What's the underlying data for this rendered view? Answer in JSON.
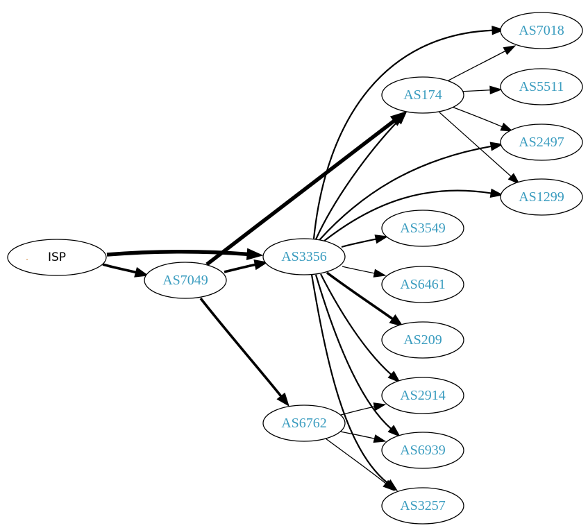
{
  "graph": {
    "label_color": "#3a9cbf",
    "root_label_color": "#000000",
    "nodes": [
      {
        "id": "ISP",
        "label": "ISP",
        "root": true
      },
      {
        "id": "AS7049",
        "label": "AS7049"
      },
      {
        "id": "AS3356",
        "label": "AS3356"
      },
      {
        "id": "AS6762",
        "label": "AS6762"
      },
      {
        "id": "AS174",
        "label": "AS174"
      },
      {
        "id": "AS7018",
        "label": "AS7018"
      },
      {
        "id": "AS5511",
        "label": "AS5511"
      },
      {
        "id": "AS2497",
        "label": "AS2497"
      },
      {
        "id": "AS1299",
        "label": "AS1299"
      },
      {
        "id": "AS3549",
        "label": "AS3549"
      },
      {
        "id": "AS6461",
        "label": "AS6461"
      },
      {
        "id": "AS209",
        "label": "AS209"
      },
      {
        "id": "AS2914",
        "label": "AS2914"
      },
      {
        "id": "AS6939",
        "label": "AS6939"
      },
      {
        "id": "AS3257",
        "label": "AS3257"
      }
    ],
    "edges": [
      {
        "from": "ISP",
        "to": "AS3356",
        "weight": "heavy"
      },
      {
        "from": "ISP",
        "to": "AS7049",
        "weight": "medium"
      },
      {
        "from": "AS7049",
        "to": "AS3356",
        "weight": "medium"
      },
      {
        "from": "AS7049",
        "to": "AS174",
        "weight": "heavy"
      },
      {
        "from": "AS7049",
        "to": "AS6762",
        "weight": "medium"
      },
      {
        "from": "AS3356",
        "to": "AS7018",
        "weight": "normal"
      },
      {
        "from": "AS3356",
        "to": "AS174",
        "weight": "normal"
      },
      {
        "from": "AS3356",
        "to": "AS2497",
        "weight": "normal"
      },
      {
        "from": "AS3356",
        "to": "AS1299",
        "weight": "normal"
      },
      {
        "from": "AS3356",
        "to": "AS3549",
        "weight": "normal"
      },
      {
        "from": "AS3356",
        "to": "AS6461",
        "weight": "thin"
      },
      {
        "from": "AS3356",
        "to": "AS209",
        "weight": "medium"
      },
      {
        "from": "AS3356",
        "to": "AS2914",
        "weight": "normal"
      },
      {
        "from": "AS3356",
        "to": "AS6939",
        "weight": "normal"
      },
      {
        "from": "AS3356",
        "to": "AS3257",
        "weight": "normal"
      },
      {
        "from": "AS174",
        "to": "AS7018",
        "weight": "thin"
      },
      {
        "from": "AS174",
        "to": "AS5511",
        "weight": "thin"
      },
      {
        "from": "AS174",
        "to": "AS2497",
        "weight": "thin"
      },
      {
        "from": "AS174",
        "to": "AS1299",
        "weight": "thin"
      },
      {
        "from": "AS6762",
        "to": "AS2914",
        "weight": "thin"
      },
      {
        "from": "AS6762",
        "to": "AS6939",
        "weight": "thin"
      },
      {
        "from": "AS6762",
        "to": "AS3257",
        "weight": "thin"
      }
    ]
  }
}
